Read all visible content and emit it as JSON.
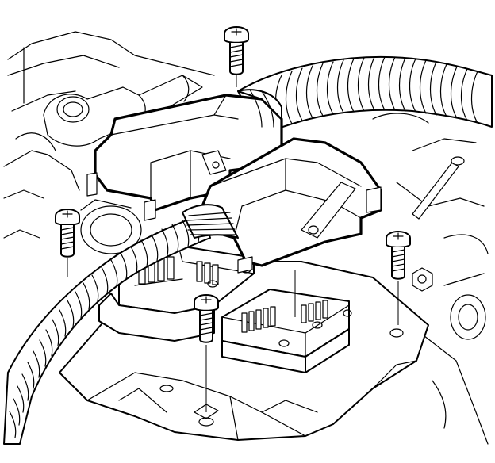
{
  "diagram": {
    "components": [
      "engine-block",
      "wiring-harness",
      "connector-upper",
      "connector-lower",
      "control-module",
      "mounting-bolts"
    ],
    "bolt_count": 4
  }
}
